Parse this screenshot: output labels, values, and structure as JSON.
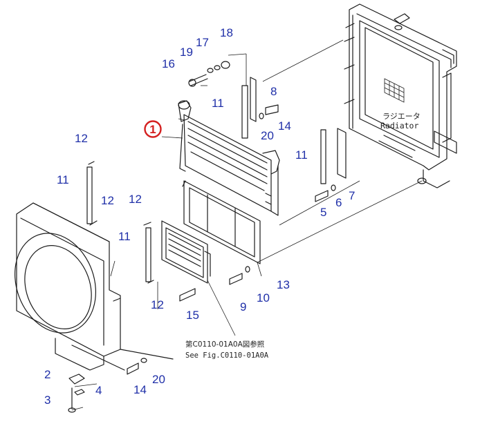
{
  "callout": {
    "label": "1"
  },
  "parts": {
    "p2": "2",
    "p3": "3",
    "p4": "4",
    "p5": "5",
    "p6": "6",
    "p7": "7",
    "p8": "8",
    "p9": "9",
    "p10": "10",
    "p11a": "11",
    "p11b": "11",
    "p11c": "11",
    "p11d": "11",
    "p12a": "12",
    "p12b": "12",
    "p12c": "12",
    "p12d": "12",
    "p13": "13",
    "p14a": "14",
    "p14b": "14",
    "p15": "15",
    "p16": "16",
    "p17": "17",
    "p18": "18",
    "p19": "19",
    "p20a": "20",
    "p20b": "20"
  },
  "radiator_label_jp": "ラジエータ",
  "radiator_label_en": "Radiator",
  "see_note_jp": "第C0110-01A0A図参照",
  "see_note_en": "See Fig.C0110-01A0A"
}
